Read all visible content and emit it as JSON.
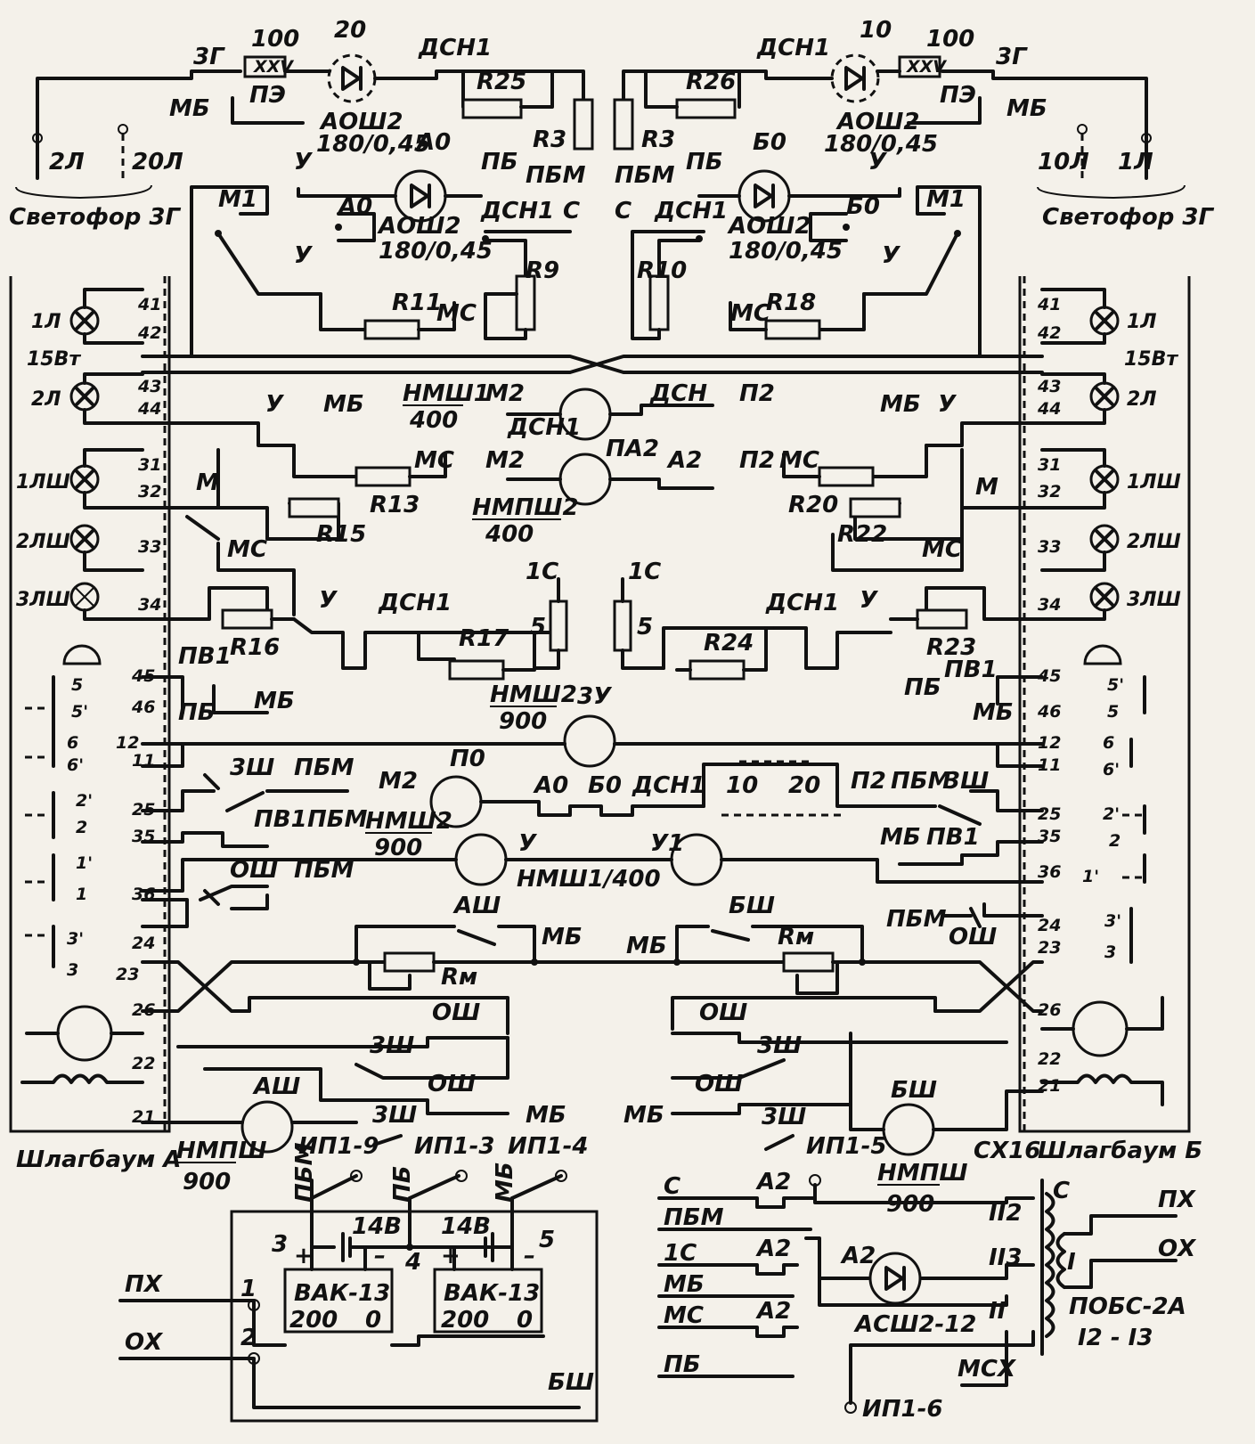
{
  "signals": {
    "left": {
      "name": "Светофор 3Г",
      "lamps": [
        "2Л",
        "20Л"
      ],
      "diode_num": "20",
      "resistor_num": "100",
      "label_3g": "3Г",
      "label_pe": "ПЭ",
      "label_xxv": "XXV",
      "label_mb": "МБ",
      "label_dsn1": "ДСН1",
      "relay": "АОШ2",
      "relay_ratio": "180/0,45",
      "r25": "R25",
      "r3": "R3"
    },
    "right": {
      "name": "Светофор 3Г",
      "lamps": [
        "10Л",
        "1Л"
      ],
      "diode_num": "10",
      "resistor_num": "100",
      "label_3g": "3Г",
      "label_pe": "ПЭ",
      "label_xxv": "XXV",
      "label_mb": "МБ",
      "label_dsn1": "ДСН1",
      "relay": "АОШ2",
      "relay_ratio": "180/0,45",
      "r26": "R26",
      "r3": "R3"
    }
  },
  "left_panel": {
    "relay_ao": "А0",
    "relay_type": "АОШ2",
    "relay_ratio": "180/0,45",
    "u": "У",
    "m1": "М1",
    "pb": "ПБ",
    "pbm": "ПБМ",
    "c": "С",
    "dsn1": "ДСН1",
    "ao2": "А0",
    "r9": "R9",
    "r11": "R11",
    "mc": "МС",
    "lamps": [
      {
        "name": "1Л",
        "t1": "41",
        "t2": "42"
      },
      {
        "name": "2Л",
        "t1": "43",
        "t2": "44"
      },
      {
        "name": "1ЛШ",
        "t1": "31",
        "t2": "32"
      },
      {
        "name": "2ЛШ",
        "t1": "",
        "t2": "33"
      },
      {
        "name": "3ЛШ",
        "t1": "",
        "t2": "34"
      }
    ],
    "power": "15Вт"
  },
  "right_panel": {
    "relay_bo": "Б0",
    "relay_type": "АОШ2",
    "relay_ratio": "180/0,45",
    "u": "У",
    "m1": "М1",
    "pb": "ПБ",
    "pbm": "ПБМ",
    "c": "С",
    "dsn1": "ДСН1",
    "bo2": "Б0",
    "r10": "R10",
    "r18": "R18",
    "mc": "МС",
    "lamps": [
      {
        "name": "1Л",
        "t1": "41",
        "t2": "42"
      },
      {
        "name": "2Л",
        "t1": "43",
        "t2": "44"
      },
      {
        "name": "1ЛШ",
        "t1": "31",
        "t2": "32"
      },
      {
        "name": "2ЛШ",
        "t1": "",
        "t2": "33"
      },
      {
        "name": "3ЛШ",
        "t1": "",
        "t2": "34"
      }
    ],
    "power": "15Вт"
  },
  "center": {
    "nmsh1_label": "НМШ1",
    "nmsh1_val": "400",
    "m2": "М2",
    "dsn1": "ДСН1",
    "dsn": "ДСН",
    "p2": "П2",
    "pa2": "ПА2",
    "a2": "А2",
    "nmpsh2_label": "НМПШ2",
    "nmpsh2_val": "400",
    "u": "У",
    "mb": "МБ",
    "mc": "МС",
    "r13": "R13",
    "r15": "R15",
    "r16": "R16",
    "r17": "R17",
    "r20": "R20",
    "r22": "R22",
    "r23": "R23",
    "r24": "R24",
    "m": "М",
    "fuse": "1С",
    "fuse_num": "5",
    "nmsh2_label": "НМШ2",
    "nmsh2_val": "900",
    "zu": "3У",
    "po": "П0",
    "ao": "А0",
    "bo": "Б0",
    "c10": "10",
    "c20": "20",
    "u1": "У1",
    "nmsh1_400": "НМШ1/400",
    "ash": "АШ",
    "bsh": "БШ",
    "rm": "Rм",
    "osh": "ОШ",
    "zsh": "3Ш",
    "pv1": "ПВ1",
    "pbm": "ПБМ",
    "pb": "ПБ"
  },
  "left_bottom": {
    "terminals": [
      "45",
      "46",
      "12",
      "11",
      "25",
      "35",
      "36",
      "24",
      "23",
      "26",
      "22",
      "21"
    ],
    "contacts": [
      "5",
      "5'",
      "6",
      "6'",
      "2'",
      "2",
      "1'",
      "1",
      "3'",
      "3"
    ],
    "barrier": "Шлагбаум А",
    "relay": "НМПШ",
    "relay_val": "900",
    "ip": [
      "ИП1-9",
      "ИП1-3",
      "ИП1-4"
    ]
  },
  "right_bottom": {
    "terminals": [
      "45",
      "46",
      "12",
      "11",
      "25",
      "35",
      "36",
      "24",
      "23",
      "26",
      "22",
      "21"
    ],
    "contacts": [
      "5'",
      "5",
      "6",
      "6'",
      "2'",
      "2",
      "1'",
      "3'",
      "3"
    ],
    "barrier": "Шлагбаум Б",
    "relay": "НМПШ",
    "relay_val": "900",
    "ip": [
      "ИП1-5",
      "ИП1-6"
    ],
    "cx": "СХ16"
  },
  "power_supply": {
    "pbm": "ПБМ",
    "pb": "ПБ",
    "mb": "МБ",
    "v1": "14В",
    "v2": "14В",
    "n3": "3",
    "n4": "4",
    "n5": "5",
    "n1": "1",
    "n2": "2",
    "rect1": "ВАК-13",
    "rect2": "ВАК-13",
    "r200": "200",
    "r0": "0",
    "px": "ПХ",
    "ox": "ОХ",
    "bsh": "БШ",
    "plus": "+",
    "minus": "–"
  },
  "transformer": {
    "inputs": [
      "С",
      "ПБМ",
      "1С",
      "МБ",
      "МС",
      "ПБ"
    ],
    "a2": "А2",
    "diode": "АСШ2-12",
    "w2": "II2",
    "w3": "II3",
    "w": "II",
    "w1": "I",
    "c": "С",
    "px": "ПХ",
    "ox": "ОХ",
    "name": "ПОБС-2А",
    "ratio": "I2 - I3",
    "mcx": "МСХ"
  }
}
